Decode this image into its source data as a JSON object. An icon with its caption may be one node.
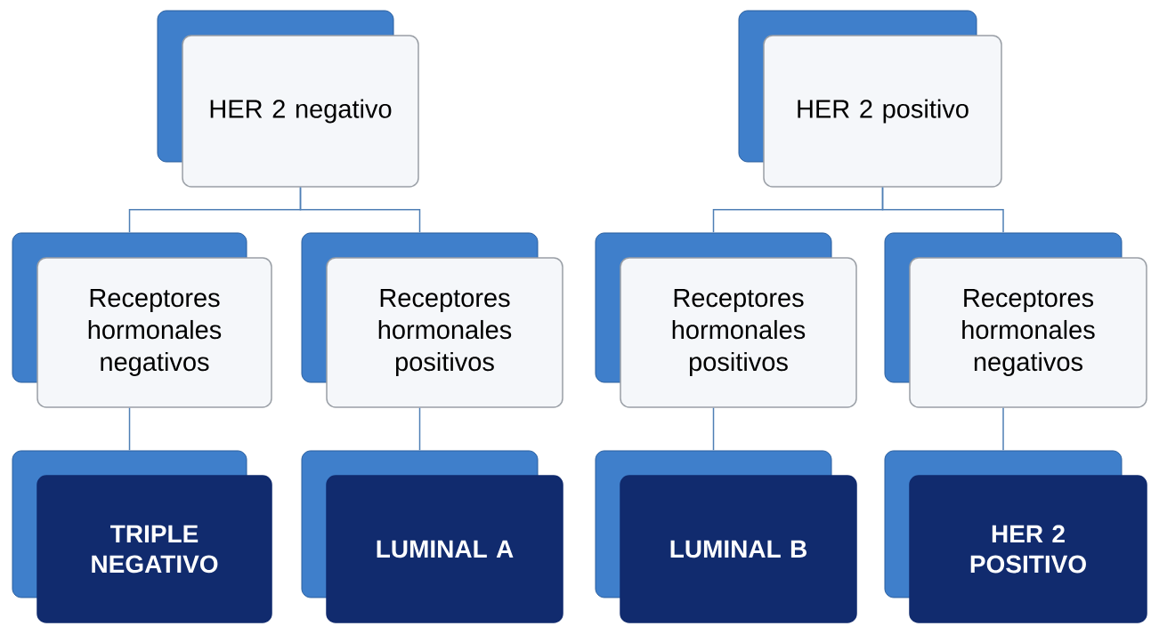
{
  "diagram": {
    "nodes": [
      {
        "text": [
          "HER 2 negativo"
        ]
      },
      {
        "text": [
          "HER 2 positivo"
        ]
      },
      {
        "text": [
          "Receptores hormonales negativos"
        ]
      },
      {
        "text": [
          "Receptores hormonales positivos"
        ]
      },
      {
        "text": [
          "Receptores hormonales positivos"
        ]
      },
      {
        "text": [
          "Receptores hormonales negativos"
        ]
      },
      {
        "text": [
          "TRIPLE NEGATIVO"
        ]
      },
      {
        "text": [
          "LUMINAL A"
        ]
      },
      {
        "text": [
          "LUMINAL B"
        ]
      },
      {
        "text": [
          "HER 2 POSITIVO"
        ]
      }
    ],
    "edges": [
      {
        "from": 0,
        "to": 2,
        "arrow": "none"
      },
      {
        "from": 0,
        "to": 3,
        "arrow": "none"
      },
      {
        "from": 1,
        "to": 4,
        "arrow": "none"
      },
      {
        "from": 1,
        "to": 5,
        "arrow": "none"
      },
      {
        "from": 2,
        "to": 6,
        "arrow": "none"
      },
      {
        "from": 3,
        "to": 7,
        "arrow": "none"
      },
      {
        "from": 4,
        "to": 8,
        "arrow": "none"
      },
      {
        "from": 5,
        "to": 9,
        "arrow": "none"
      }
    ]
  }
}
